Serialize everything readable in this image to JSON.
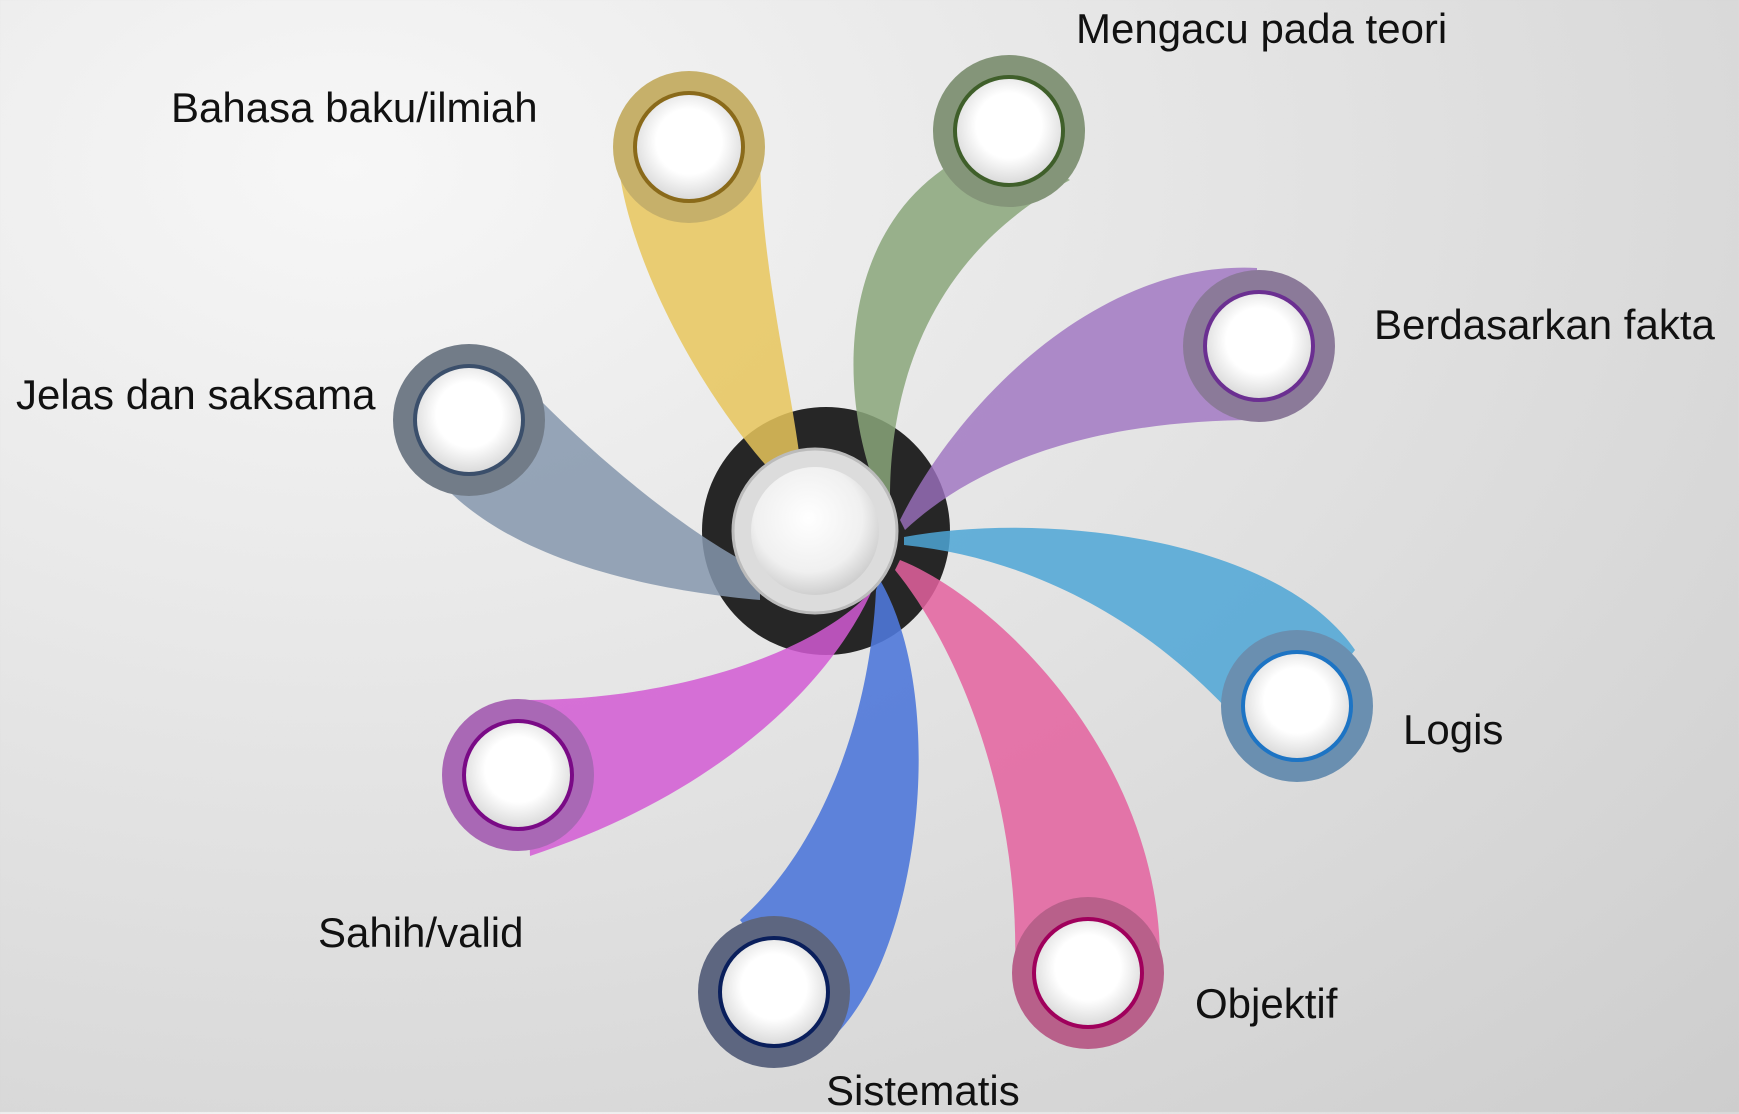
{
  "diagram": {
    "items": [
      {
        "label": "Mengacu pada teori",
        "color": "#8aa67a",
        "ring": "#849579",
        "inner": "#3f5f2a"
      },
      {
        "label": "Berdasarkan fakta",
        "color": "#9d72c0",
        "ring": "#8b7a99",
        "inner": "#6b2f91"
      },
      {
        "label": "Logis",
        "color": "#4da6d6",
        "ring": "#6a8fb0",
        "inner": "#1d74c4"
      },
      {
        "label": "Objektif",
        "color": "#e4619f",
        "ring": "#b8608a",
        "inner": "#a0005c"
      },
      {
        "label": "Sistematis",
        "color": "#4f78d9",
        "ring": "#5d6680",
        "inner": "#0a1f5c"
      },
      {
        "label": "Sahih/valid",
        "color": "#d25ad4",
        "ring": "#a968b5",
        "inner": "#7a0a86"
      },
      {
        "label": "Jelas dan saksama",
        "color": "#8596ad",
        "ring": "#727c88",
        "inner": "#3b4f6b"
      },
      {
        "label": "Bahasa baku/ilmiah",
        "color": "#e8c65c",
        "ring": "#c6b06a",
        "inner": "#8a6a1a"
      }
    ]
  }
}
